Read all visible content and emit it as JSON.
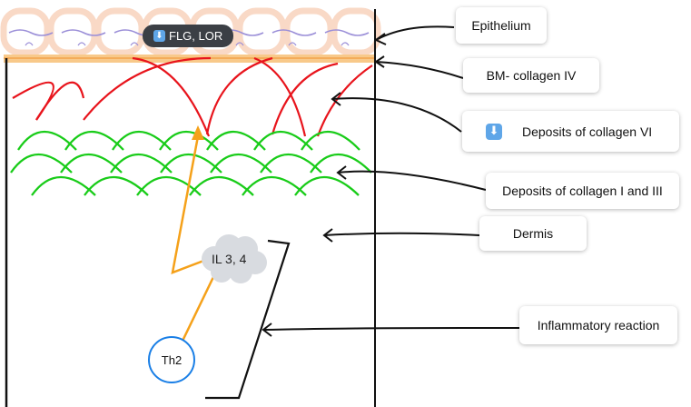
{
  "labels": {
    "epithelium": "Epithelium",
    "bm_collagen": "BM- collagen IV",
    "collagen_vi": "Deposits of collagen VI",
    "collagen_i_iii": "Deposits of collagen I and III",
    "dermis": "Dermis",
    "inflammatory": "Inflammatory reaction"
  },
  "pill": {
    "text": "FLG, LOR"
  },
  "cloud": {
    "text": "IL 3, 4"
  },
  "cell": {
    "text": "Th2"
  },
  "icons": {
    "decrease": "down-arrow-icon",
    "decrease_glyph": "⬇"
  },
  "colors": {
    "red": "#e8141c",
    "green": "#19cc19",
    "orange": "#f5a11a",
    "blue": "#1a7fe6",
    "bm_band": "#f8c98a",
    "pill_bg": "#3b3f45"
  }
}
